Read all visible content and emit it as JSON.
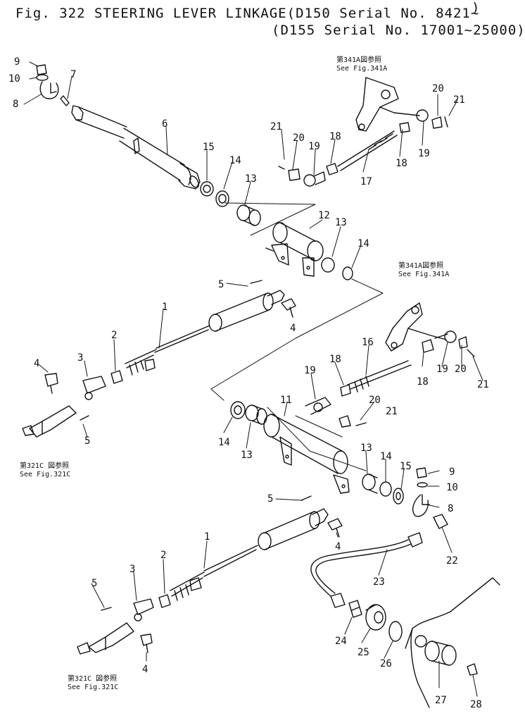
{
  "header": {
    "fig": "Fig. 322",
    "title": "STEERING LEVER LINKAGE",
    "serial1": "(D150 Serial No. 8421~",
    "serial2": "(D155 Serial No. 17001~25000)",
    "paren": ")"
  },
  "refs": {
    "r341_a_jp": "第341A図参照",
    "r341_a": "See Fig.341A",
    "r341_b_jp": "第341A図参照",
    "r341_b": "See Fig.341A",
    "r321_a_jp": "第321C 図参照",
    "r321_a": "See Fig.321C",
    "r321_b_jp": "第321C 図参照",
    "r321_b": "See Fig.321C"
  },
  "callouts": [
    {
      "id": "c9a",
      "t": "9"
    },
    {
      "id": "c10a",
      "t": "10"
    },
    {
      "id": "c8a",
      "t": "8"
    },
    {
      "id": "c7",
      "t": "7"
    },
    {
      "id": "c6",
      "t": "6"
    },
    {
      "id": "c15a",
      "t": "15"
    },
    {
      "id": "c14a",
      "t": "14"
    },
    {
      "id": "c13a",
      "t": "13"
    },
    {
      "id": "c12",
      "t": "12"
    },
    {
      "id": "c13b",
      "t": "13"
    },
    {
      "id": "c14b",
      "t": "14"
    },
    {
      "id": "c21a",
      "t": "21"
    },
    {
      "id": "c20a",
      "t": "20"
    },
    {
      "id": "c19a",
      "t": "19"
    },
    {
      "id": "c18a",
      "t": "18"
    },
    {
      "id": "c17",
      "t": "17"
    },
    {
      "id": "c18b",
      "t": "18"
    },
    {
      "id": "c19b",
      "t": "19"
    },
    {
      "id": "c20b",
      "t": "20"
    },
    {
      "id": "c21b",
      "t": "21"
    },
    {
      "id": "c5a",
      "t": "5"
    },
    {
      "id": "c1a",
      "t": "1"
    },
    {
      "id": "c4a",
      "t": "4"
    },
    {
      "id": "c2a",
      "t": "2"
    },
    {
      "id": "c3a",
      "t": "3"
    },
    {
      "id": "c4b",
      "t": "4"
    },
    {
      "id": "c5b",
      "t": "5"
    },
    {
      "id": "c16",
      "t": "16"
    },
    {
      "id": "c18c",
      "t": "18"
    },
    {
      "id": "c19c",
      "t": "19"
    },
    {
      "id": "c20c",
      "t": "20"
    },
    {
      "id": "c21c",
      "t": "21"
    },
    {
      "id": "c18d",
      "t": "18"
    },
    {
      "id": "c19d",
      "t": "19"
    },
    {
      "id": "c20d",
      "t": "20"
    },
    {
      "id": "c21d",
      "t": "21"
    },
    {
      "id": "c11",
      "t": "11"
    },
    {
      "id": "c14c",
      "t": "14"
    },
    {
      "id": "c13c",
      "t": "13"
    },
    {
      "id": "c13d",
      "t": "13"
    },
    {
      "id": "c14d",
      "t": "14"
    },
    {
      "id": "c15b",
      "t": "15"
    },
    {
      "id": "c9b",
      "t": "9"
    },
    {
      "id": "c10b",
      "t": "10"
    },
    {
      "id": "c8b",
      "t": "8"
    },
    {
      "id": "c5c",
      "t": "5"
    },
    {
      "id": "c1b",
      "t": "1"
    },
    {
      "id": "c4c",
      "t": "4"
    },
    {
      "id": "c22",
      "t": "22"
    },
    {
      "id": "c23",
      "t": "23"
    },
    {
      "id": "c5d",
      "t": "5"
    },
    {
      "id": "c3b",
      "t": "3"
    },
    {
      "id": "c2b",
      "t": "2"
    },
    {
      "id": "c4d",
      "t": "4"
    },
    {
      "id": "c24",
      "t": "24"
    },
    {
      "id": "c25",
      "t": "25"
    },
    {
      "id": "c26",
      "t": "26"
    },
    {
      "id": "c27",
      "t": "27"
    },
    {
      "id": "c28",
      "t": "28"
    }
  ]
}
